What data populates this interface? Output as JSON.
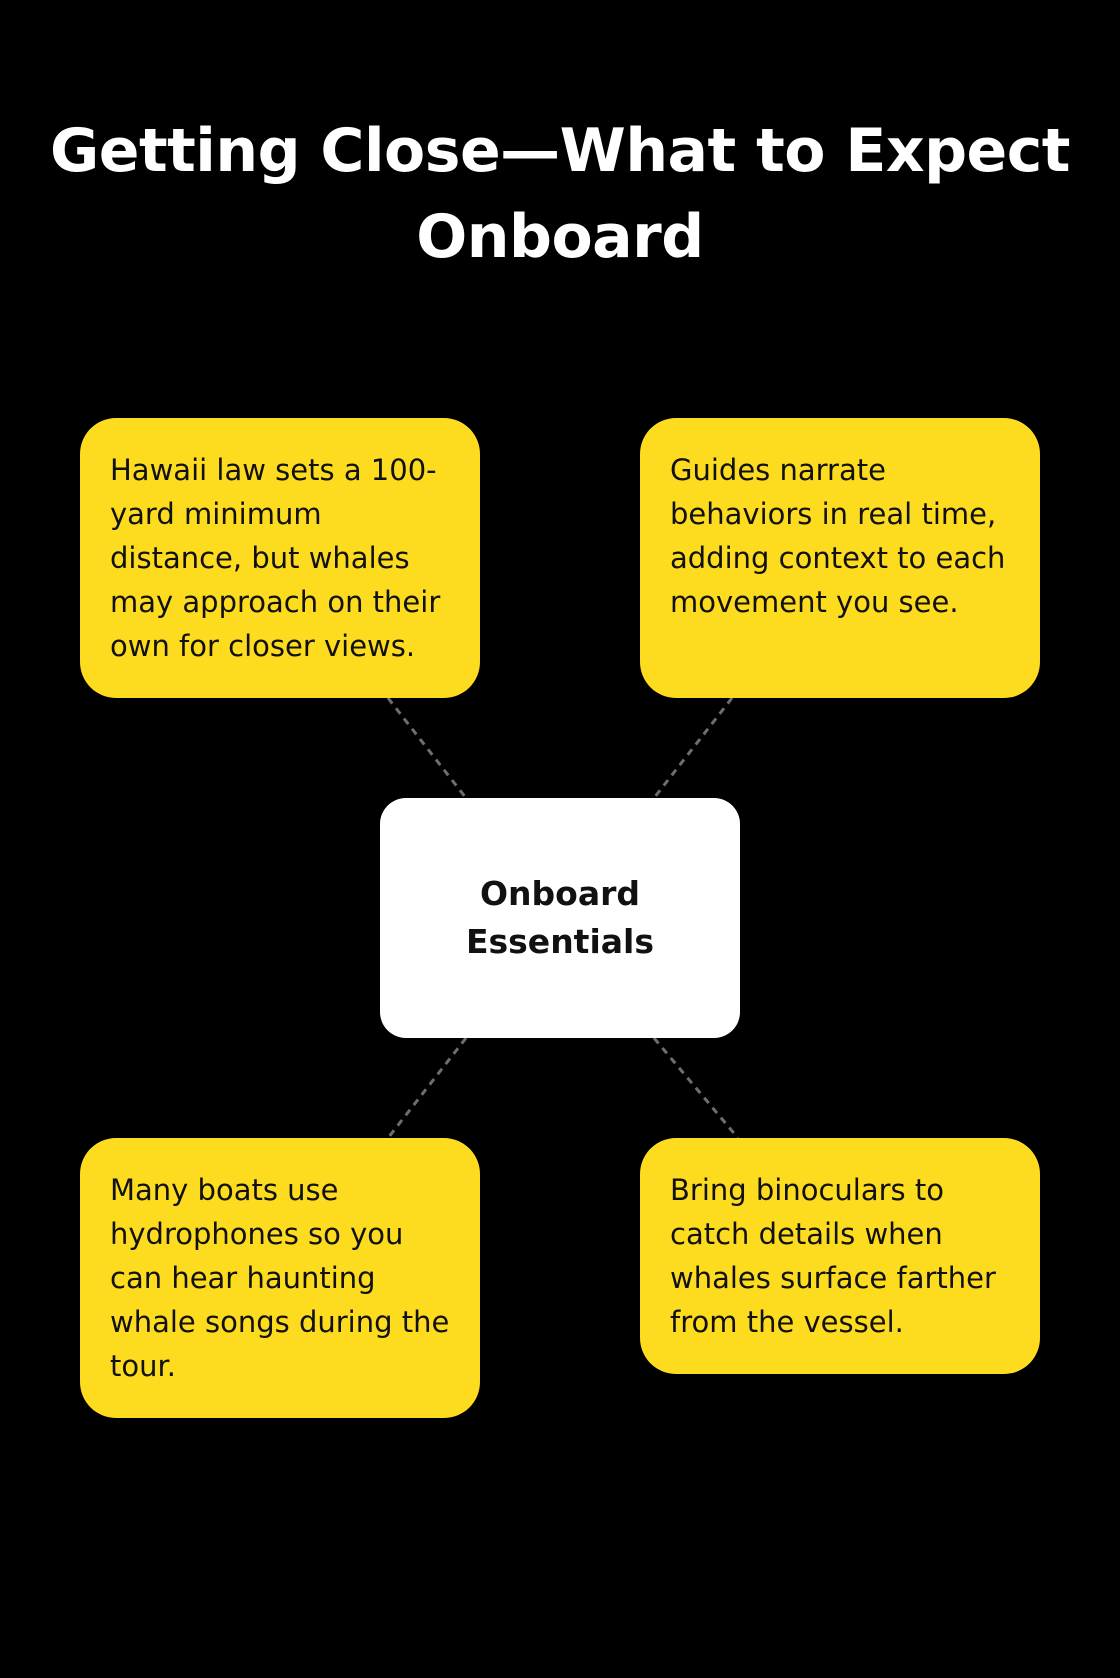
{
  "title": "Getting Close—What to Expect Onboard",
  "center": {
    "label": "Onboard Essentials"
  },
  "cards": [
    {
      "text": "Hawaii law sets a 100-yard minimum distance, but whales may approach on their own for closer views."
    },
    {
      "text": "Guides narrate behaviors in real time, adding context to each movement you see."
    },
    {
      "text": "Many boats use hydrophones so you can hear haunting whale songs during the tour."
    },
    {
      "text": "Bring binoculars to catch details when whales surface farther from the vessel."
    }
  ],
  "colors": {
    "background": "#000000",
    "card": "#fddb1f",
    "center": "#ffffff",
    "connector": "#6e6e6e",
    "title": "#ffffff"
  }
}
